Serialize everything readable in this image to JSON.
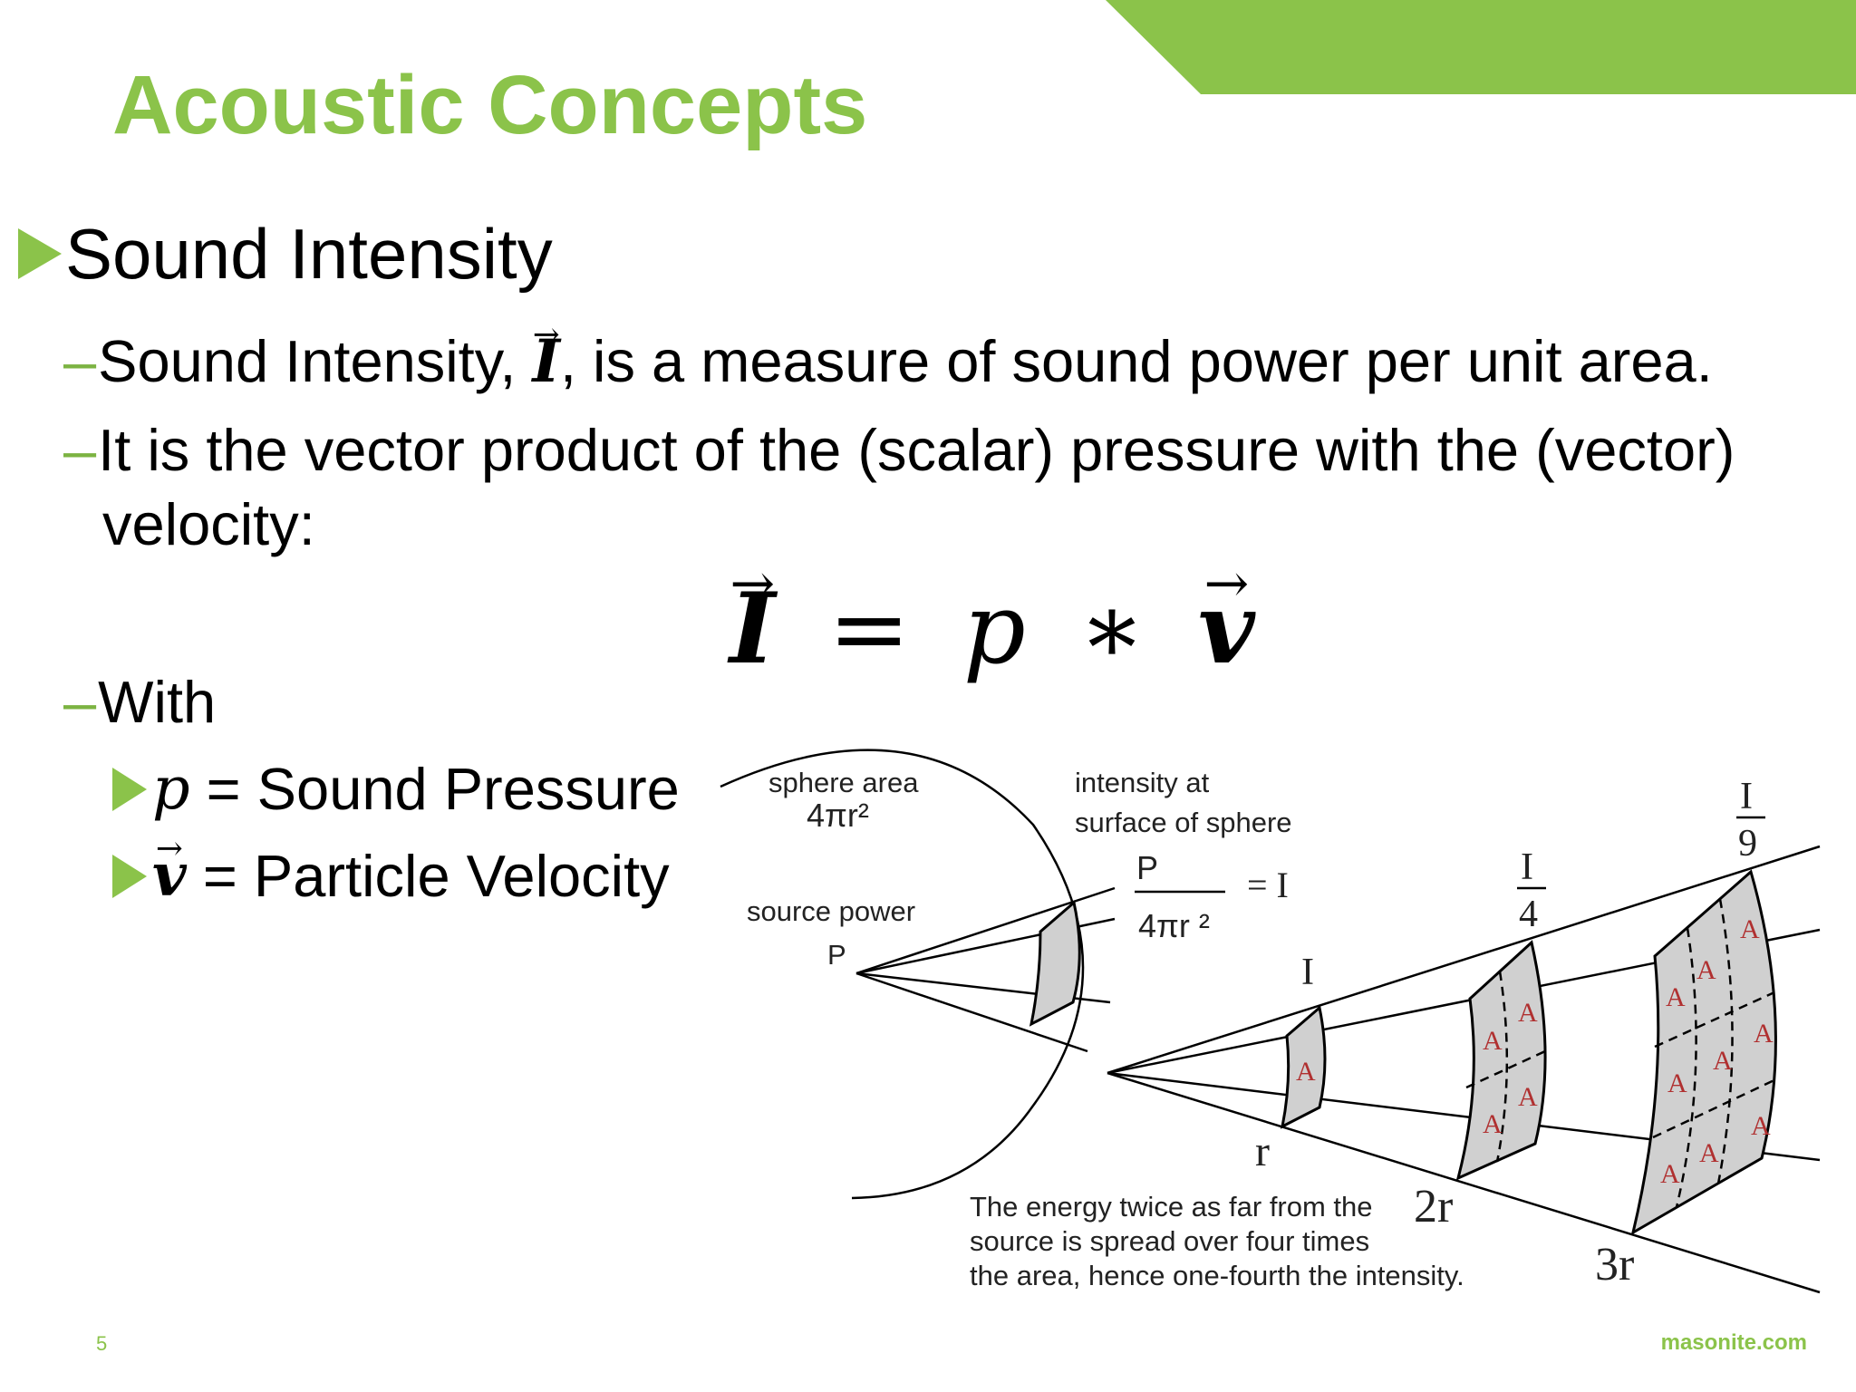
{
  "slide": {
    "title": "Acoustic Concepts",
    "heading": "Sound Intensity",
    "bullet1_a": "Sound Intensity, ",
    "bullet1_var": "I",
    "bullet1_b": ", is a measure of sound power per unit area.",
    "bullet2_line1": "It is the vector product of the (scalar) pressure with the (vector)",
    "bullet2_line2": "velocity:",
    "formula": {
      "lhs": "I",
      "eq": "=",
      "p": "p",
      "times": "∗",
      "v": "v"
    },
    "with_label": "With",
    "def_p_var": "p",
    "def_p_text": " = Sound Pressure",
    "def_v_var": "v",
    "def_v_text": " = Particle Velocity",
    "dash": "–",
    "arrow": "→",
    "page_number": "5",
    "site": "masonite.com",
    "accent_color": "#8bc34a"
  },
  "figure": {
    "sphere_area_label": "sphere area",
    "sphere_area_formula": "4πr²",
    "source_power_label": "source power",
    "source_power_symbol": "P",
    "intensity_label_1": "intensity at",
    "intensity_label_2": "surface of sphere",
    "fraction_num": "P",
    "fraction_den": "4πr ²",
    "equals_I": "= I",
    "label_I": "I",
    "label_I4_num": "I",
    "label_I4_den": "4",
    "label_I9_num": "I",
    "label_I9_den": "9",
    "dist_r": "r",
    "dist_2r": "2r",
    "dist_3r": "3r",
    "area_label": "A",
    "caption_1": "The energy twice as far from the",
    "caption_2": "source is spread over four times",
    "caption_3": "the area, hence one-fourth the intensity."
  }
}
